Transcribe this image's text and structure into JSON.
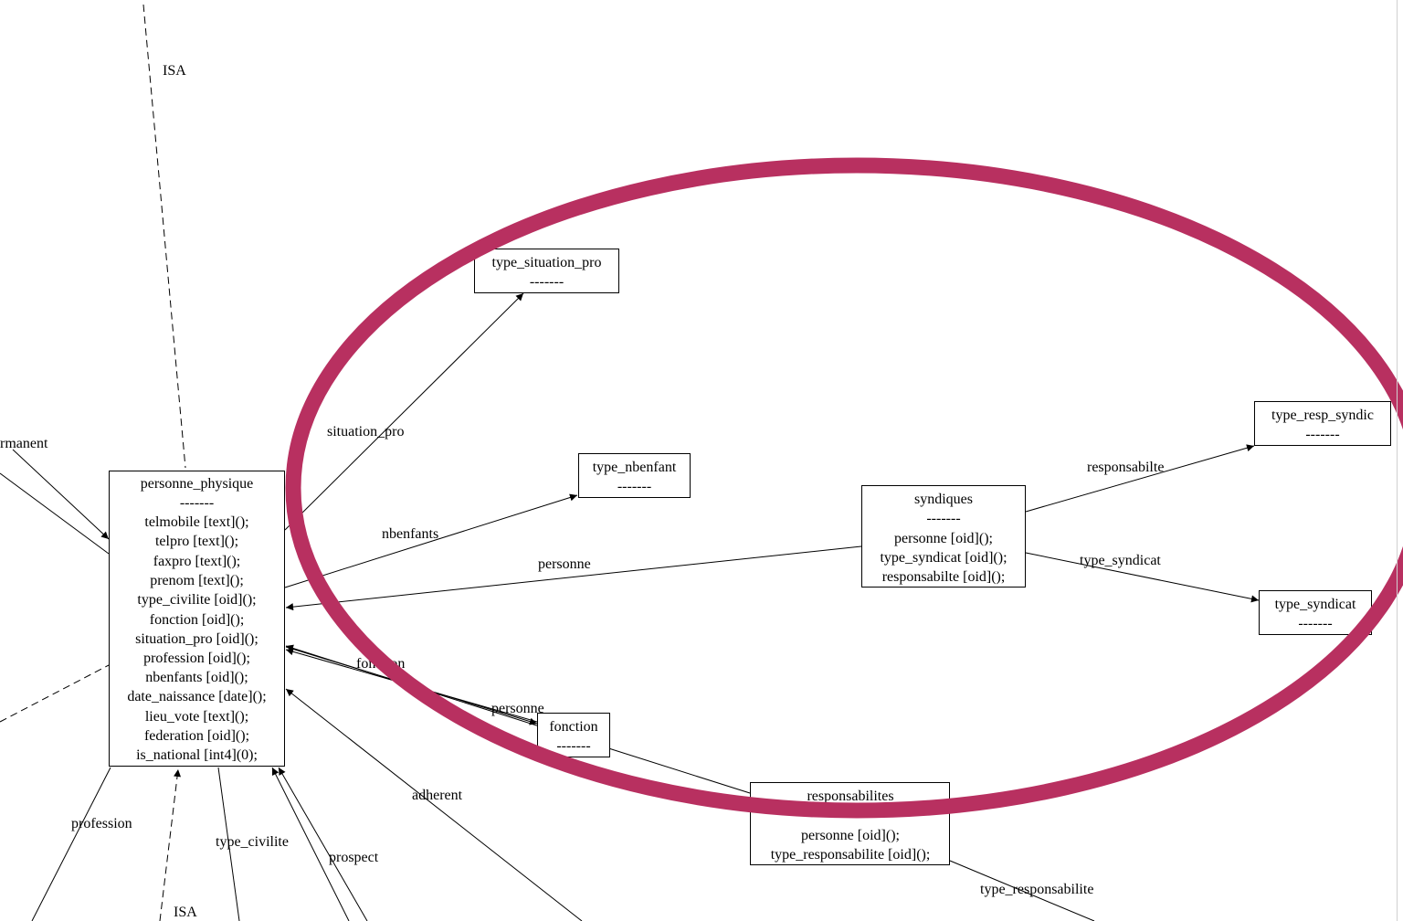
{
  "nodes": {
    "personne_physique": {
      "title": "personne_physique",
      "sep": "-------",
      "fields": [
        "telmobile [text]();",
        "telpro [text]();",
        "faxpro [text]();",
        "prenom [text]();",
        "type_civilite [oid]();",
        "fonction [oid]();",
        "situation_pro [oid]();",
        "profession [oid]();",
        "nbenfants [oid]();",
        "date_naissance [date]();",
        "lieu_vote [text]();",
        "federation [oid]();",
        "is_national [int4](0);"
      ]
    },
    "type_situation_pro": {
      "title": "type_situation_pro",
      "sep": "-------"
    },
    "type_nbenfant": {
      "title": "type_nbenfant",
      "sep": "-------"
    },
    "syndiques": {
      "title": "syndiques",
      "sep": "-------",
      "fields": [
        "personne [oid]();",
        "type_syndicat [oid]();",
        "responsabilte [oid]();"
      ]
    },
    "type_resp_syndic": {
      "title": "type_resp_syndic",
      "sep": "-------"
    },
    "type_syndicat": {
      "title": "type_syndicat",
      "sep": "-------"
    },
    "fonction": {
      "title": "fonction",
      "sep": "-------"
    },
    "responsabilites": {
      "title": "responsabilites",
      "fields": [
        "personne [oid]();",
        "type_responsabilite [oid]();"
      ]
    }
  },
  "edge_labels": {
    "isa_top": "ISA",
    "permanent": "rmanent",
    "situation_pro": "situation_pro",
    "nbenfants": "nbenfants",
    "personne_syndiques": "personne",
    "fonction": "fonction",
    "personne_responsabilites": "personne",
    "responsabilte": "responsabilte",
    "type_syndicat": "type_syndicat",
    "adherent": "adherent",
    "profession": "profession",
    "type_civilite": "type_civilite",
    "prospect": "prospect",
    "isa_bottom": "ISA",
    "type_responsabilite": "type_responsabilite"
  },
  "colors": {
    "highlight_ellipse": "#b83060",
    "lines": "#000000",
    "background": "#ffffff"
  }
}
